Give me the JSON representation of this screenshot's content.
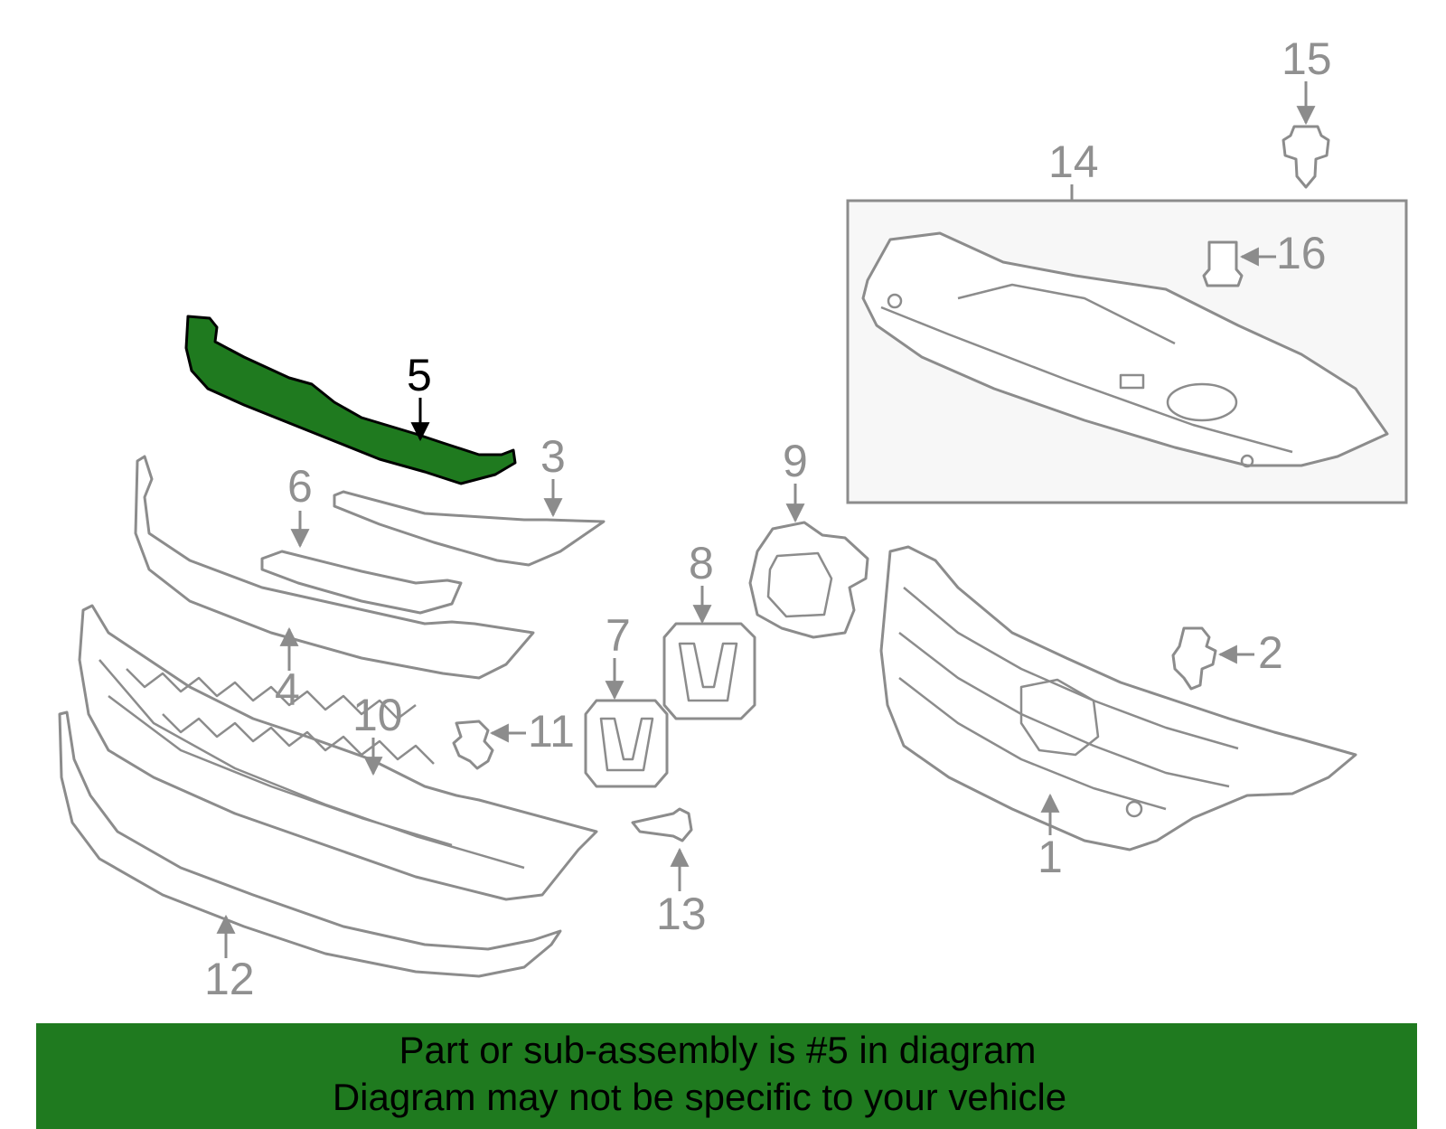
{
  "diagram": {
    "callouts": [
      {
        "id": "1",
        "label": "1"
      },
      {
        "id": "2",
        "label": "2"
      },
      {
        "id": "3",
        "label": "3"
      },
      {
        "id": "4",
        "label": "4"
      },
      {
        "id": "5",
        "label": "5"
      },
      {
        "id": "6",
        "label": "6"
      },
      {
        "id": "7",
        "label": "7"
      },
      {
        "id": "8",
        "label": "8"
      },
      {
        "id": "9",
        "label": "9"
      },
      {
        "id": "10",
        "label": "10"
      },
      {
        "id": "11",
        "label": "11"
      },
      {
        "id": "12",
        "label": "12"
      },
      {
        "id": "13",
        "label": "13"
      },
      {
        "id": "14",
        "label": "14"
      },
      {
        "id": "15",
        "label": "15"
      },
      {
        "id": "16",
        "label": "16"
      }
    ],
    "highlighted_part": "5",
    "highlight_color": "#1f7a1f",
    "line_color": "#8c8c8c"
  },
  "banner": {
    "line1": "Part or sub-assembly is #5 in diagram",
    "line2": "Diagram may not be specific to your vehicle",
    "background": "#1f7a1f"
  }
}
